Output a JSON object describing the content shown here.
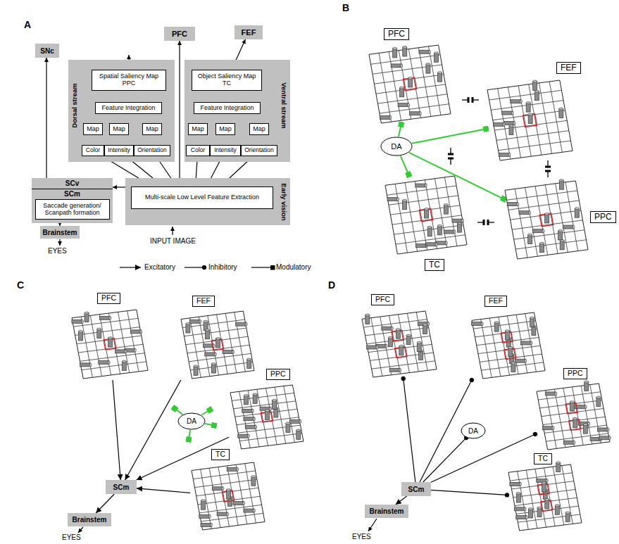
{
  "diagram": {
    "nodes": [
      {
        "text": [
          "SNc"
        ]
      },
      {
        "text": [
          "PFC"
        ]
      },
      {
        "text": [
          "FEF"
        ]
      },
      {
        "text": [
          "Dorsal stream"
        ]
      },
      {
        "text": [
          "Spatial Saliency Map PPC"
        ],
        "in": 3
      },
      {
        "text": [
          "Feature Integration"
        ],
        "in": 3
      },
      {
        "text": [
          "Map"
        ],
        "in": 3
      },
      {
        "text": [
          "Map"
        ],
        "in": 3
      },
      {
        "text": [
          "Map"
        ],
        "in": 3
      },
      {
        "text": [
          "Color"
        ],
        "in": 3
      },
      {
        "text": [
          "Intensity"
        ],
        "in": 3
      },
      {
        "text": [
          "Orientation"
        ],
        "in": 3
      },
      {
        "text": [
          "Ventral stream"
        ]
      },
      {
        "text": [
          "Object Saliency Map TC"
        ],
        "in": 12
      },
      {
        "text": [
          "Feature Integration"
        ],
        "in": 12
      },
      {
        "text": [
          "Map"
        ],
        "in": 12
      },
      {
        "text": [
          "Map"
        ],
        "in": 12
      },
      {
        "text": [
          "Map"
        ],
        "in": 12
      },
      {
        "text": [
          "Color"
        ],
        "in": 12
      },
      {
        "text": [
          "Intensity"
        ],
        "in": 12
      },
      {
        "text": [
          "Orientation"
        ],
        "in": 12
      },
      {
        "text": [
          "SCv",
          "SCm"
        ]
      },
      {
        "text": [
          "Saccade generation/ Scanpath formation"
        ],
        "in": 21
      },
      {
        "text": [
          "Brainstem"
        ]
      },
      {
        "text": [
          "Early vision"
        ]
      },
      {
        "text": [
          "Multi-scale Low Level Feature Extraction"
        ],
        "in": 24
      },
      {
        "text": [
          "PFC"
        ]
      },
      {
        "text": [
          "FEF"
        ]
      },
      {
        "text": [
          "DA"
        ]
      },
      {
        "text": [
          "PPC"
        ]
      },
      {
        "text": [
          "TC"
        ]
      },
      {
        "text": [
          "PFC"
        ]
      },
      {
        "text": [
          "FEF"
        ]
      },
      {
        "text": [
          "PPC"
        ]
      },
      {
        "text": [
          "DA"
        ]
      },
      {
        "text": [
          "TC"
        ]
      },
      {
        "text": [
          "SCm"
        ]
      },
      {
        "text": [
          "Brainstem"
        ]
      },
      {
        "text": [
          "PFC"
        ]
      },
      {
        "text": [
          "FEF"
        ]
      },
      {
        "text": [
          "PPC"
        ]
      },
      {
        "text": [
          "DA"
        ]
      },
      {
        "text": [
          "TC"
        ]
      },
      {
        "text": [
          "SCm"
        ]
      },
      {
        "text": [
          "Brainstem"
        ]
      }
    ],
    "edges": [
      {
        "from": 24,
        "to": 9,
        "arrow": "to"
      },
      {
        "from": 24,
        "to": 10,
        "arrow": "to"
      },
      {
        "from": 24,
        "to": 11,
        "arrow": "to"
      },
      {
        "from": 24,
        "to": 18,
        "arrow": "to"
      },
      {
        "from": 24,
        "to": 19,
        "arrow": "to"
      },
      {
        "from": 24,
        "to": 20,
        "arrow": "to"
      },
      {
        "from": 24,
        "to": 1,
        "arrow": "to"
      },
      {
        "from": 24,
        "to": 21,
        "arrow": "to"
      },
      {
        "from": 21,
        "to": 0,
        "arrow": "to"
      },
      {
        "from": 21,
        "to": 23,
        "arrow": "to"
      },
      {
        "from": 9,
        "to": 6,
        "arrow": "both"
      },
      {
        "from": 10,
        "to": 7,
        "arrow": "both"
      },
      {
        "from": 11,
        "to": 8,
        "arrow": "both"
      },
      {
        "from": 18,
        "to": 15,
        "arrow": "both"
      },
      {
        "from": 19,
        "to": 16,
        "arrow": "both"
      },
      {
        "from": 20,
        "to": 17,
        "arrow": "both"
      },
      {
        "from": 6,
        "to": 5,
        "arrow": "to"
      },
      {
        "from": 7,
        "to": 5,
        "arrow": "to"
      },
      {
        "from": 8,
        "to": 5,
        "arrow": "to"
      },
      {
        "from": 15,
        "to": 14,
        "arrow": "to"
      },
      {
        "from": 16,
        "to": 14,
        "arrow": "to"
      },
      {
        "from": 17,
        "to": 14,
        "arrow": "to"
      },
      {
        "from": 5,
        "to": 4,
        "arrow": "to"
      },
      {
        "from": 14,
        "to": 13,
        "arrow": "to"
      },
      {
        "from": 13,
        "to": 2,
        "arrow": "to"
      },
      {
        "from": 28,
        "to": 26,
        "arrow": "to"
      },
      {
        "from": 28,
        "to": 27,
        "arrow": "to"
      },
      {
        "from": 28,
        "to": 29,
        "arrow": "to"
      },
      {
        "from": 28,
        "to": 30,
        "arrow": "to"
      },
      {
        "from": 31,
        "to": 36,
        "arrow": "to"
      },
      {
        "from": 32,
        "to": 36,
        "arrow": "to"
      },
      {
        "from": 33,
        "to": 36,
        "arrow": "to"
      },
      {
        "from": 35,
        "to": 36,
        "arrow": "to"
      },
      {
        "from": 36,
        "to": 37,
        "arrow": "to"
      },
      {
        "from": 43,
        "to": 38,
        "arrow": "to"
      },
      {
        "from": 43,
        "to": 39,
        "arrow": "to"
      },
      {
        "from": 43,
        "to": 40,
        "arrow": "to"
      },
      {
        "from": 43,
        "to": 41,
        "arrow": "to"
      },
      {
        "from": 43,
        "to": 42,
        "arrow": "to"
      },
      {
        "from": 43,
        "to": 44,
        "arrow": "to"
      }
    ],
    "labels": [
      "A",
      "B",
      "C",
      "D",
      "INPUT IMAGE",
      "EYES",
      "EYES",
      "EYES"
    ],
    "legend": [
      {
        "text": "Excitatory"
      },
      {
        "text": "Inhibitory"
      },
      {
        "text": "Modulatory"
      }
    ]
  }
}
